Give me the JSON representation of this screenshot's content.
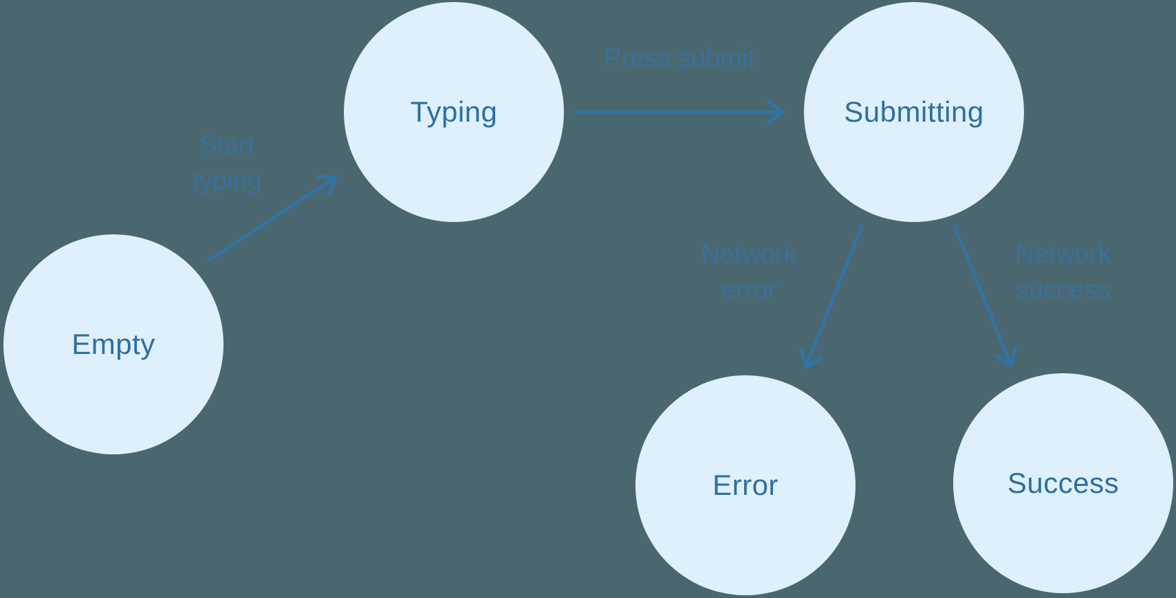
{
  "diagram": {
    "type": "state-machine",
    "states": [
      {
        "id": "empty",
        "label": "Empty"
      },
      {
        "id": "typing",
        "label": "Typing"
      },
      {
        "id": "submitting",
        "label": "Submitting"
      },
      {
        "id": "error",
        "label": "Error"
      },
      {
        "id": "success",
        "label": "Success"
      }
    ],
    "transitions": [
      {
        "from": "Empty",
        "to": "Typing",
        "label_lines": [
          "Start",
          "typing"
        ]
      },
      {
        "from": "Typing",
        "to": "Submitting",
        "label_lines": [
          "Press submit"
        ]
      },
      {
        "from": "Submitting",
        "to": "Error",
        "label_lines": [
          "Network",
          "error"
        ]
      },
      {
        "from": "Submitting",
        "to": "Success",
        "label_lines": [
          "Network",
          "success"
        ]
      }
    ],
    "colors": {
      "background": "#4a676f",
      "node_fill": "#def0fc",
      "node_text": "#2e6f9e",
      "arrow": "#2e74a8",
      "edge_label_text": "#38709a"
    }
  }
}
